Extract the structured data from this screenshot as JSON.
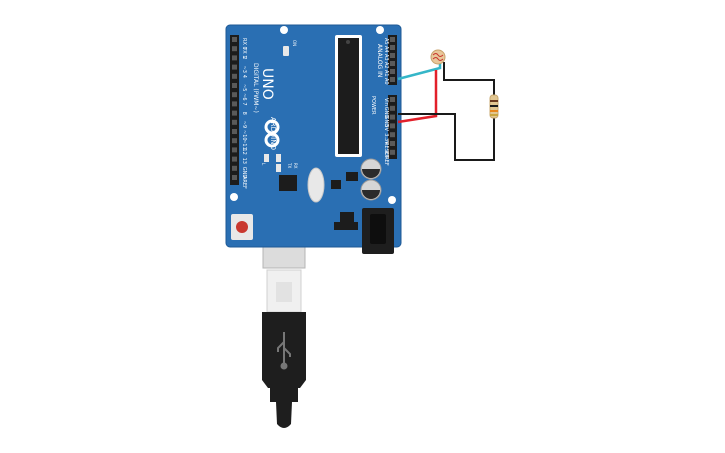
{
  "board": {
    "model": "UNO",
    "brand": "ARDUINO",
    "digital_header": "DIGITAL (PWM~)",
    "analog_header": "ANALOG IN",
    "power_header": "POWER",
    "on_label": "ON",
    "digital_pins": [
      "RX 0",
      "TX 1",
      "2",
      "~3",
      "4",
      "~5",
      "~6",
      "7",
      "8",
      "~9",
      "~10",
      "~11",
      "12",
      "13",
      "GND",
      "AREF"
    ],
    "analog_pins": [
      "A5",
      "A4",
      "A3",
      "A2",
      "A1",
      "A0"
    ],
    "power_pins": [
      "Vin",
      "GND",
      "GND",
      "5V",
      "3.3V",
      "RESET",
      "IOREF"
    ],
    "led_labels": [
      "L",
      "TX",
      "RX"
    ]
  },
  "components": {
    "photoresistor": "photoresistor",
    "resistor": "resistor",
    "usb_cable": "usb-cable"
  },
  "wires": [
    {
      "from": "photoresistor",
      "to": "A0",
      "color": "#35b6c8"
    },
    {
      "from": "photoresistor",
      "to": "5V",
      "color": "#e2202a"
    },
    {
      "from": "photoresistor",
      "to": "resistor",
      "color": "#1a1a1a"
    },
    {
      "from": "resistor",
      "to": "GND",
      "color": "#1a1a1a"
    }
  ],
  "colors": {
    "board": "#2a6fb3",
    "board_dark": "#1f5a96",
    "header": "#1c1c1c",
    "usb_plug": "#1e1e1e"
  }
}
